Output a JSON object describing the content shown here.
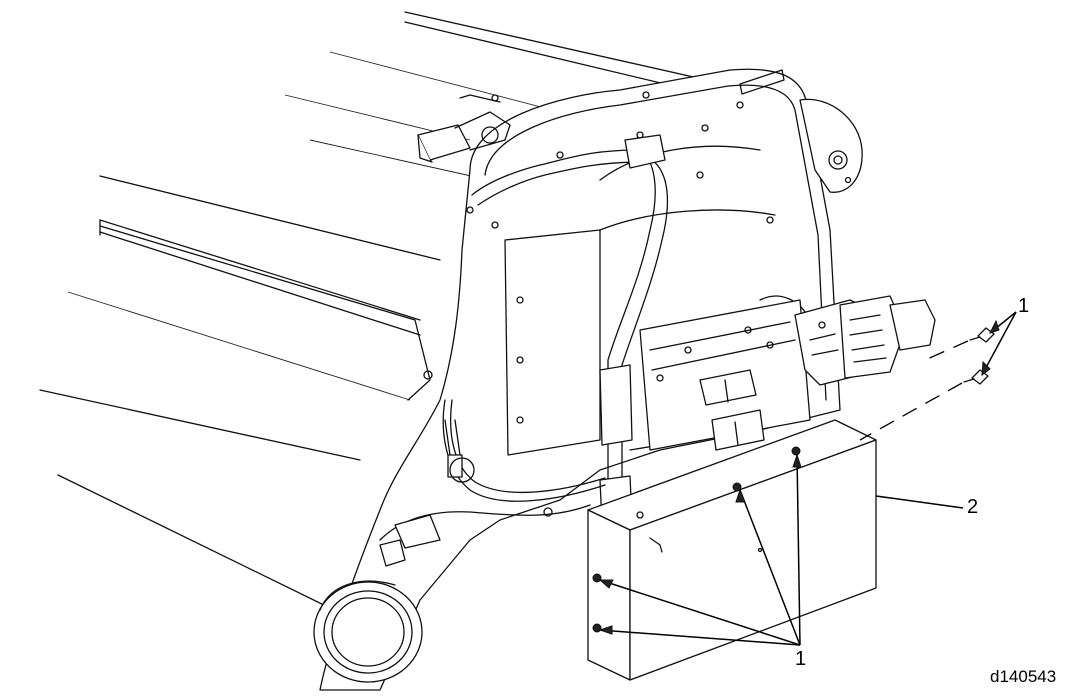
{
  "callouts": {
    "bolts_top": "1",
    "bracket": "2",
    "bolts_bottom": "1"
  },
  "figure_id": "d140543"
}
